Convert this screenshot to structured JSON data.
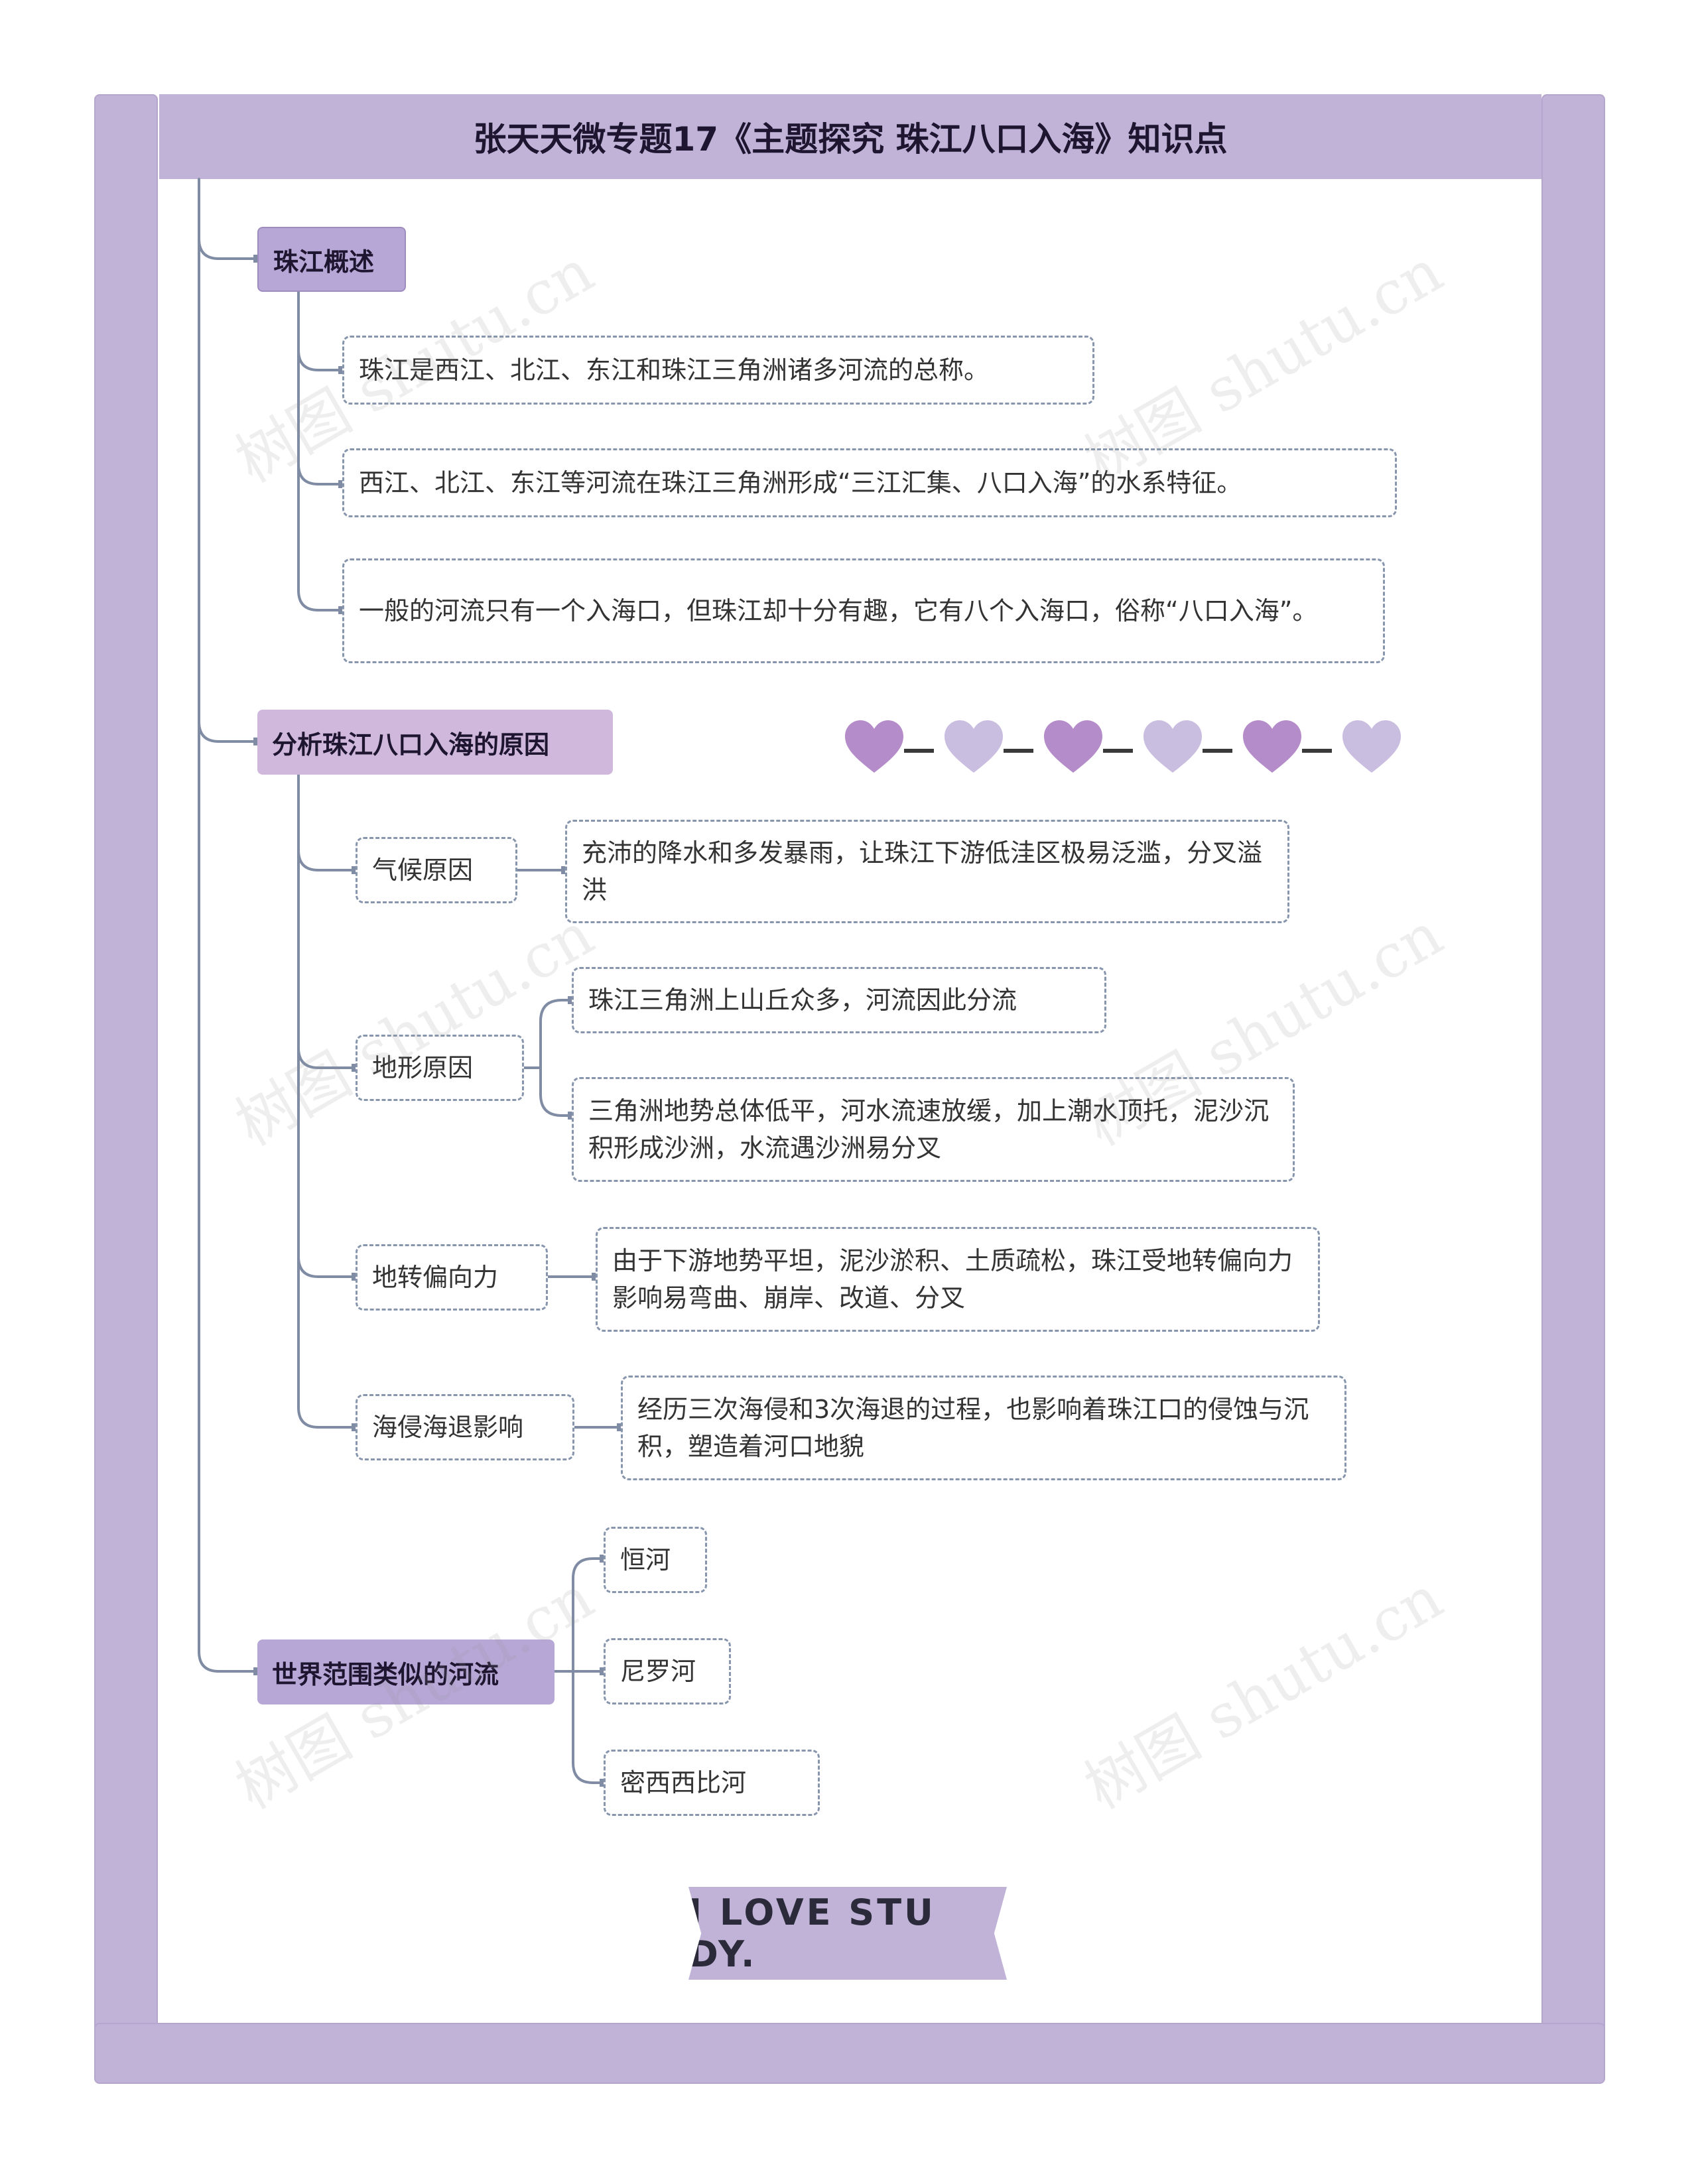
{
  "title": "张天天微专题17《主题探究 珠江八口入海》知识点",
  "watermark": "树图 shutu.cn",
  "banner": "I LOVE STU DY.",
  "colors": {
    "frame": "#c0b3d7",
    "topic_dark": "#b7a7d7",
    "topic_medium": "#cfb8dc",
    "connector": "#7f8ca4",
    "leaf_border": "#8795ad",
    "heart_dark": "#b48cca",
    "heart_light": "#c9bde0"
  },
  "decoration": {
    "hearts": [
      "dark",
      "light",
      "dark",
      "light",
      "dark",
      "light"
    ]
  },
  "topics": [
    {
      "label": "珠江概述",
      "children": [
        {
          "text": "珠江是西江、北江、东江和珠江三角洲诸多河流的总称。"
        },
        {
          "text": "西江、北江、东江等河流在珠江三角洲形成“三江汇集、八口入海”的水系特征。"
        },
        {
          "text": "一般的河流只有一个入海口，但珠江却十分有趣，它有八个入海口，俗称“八口入海”。"
        }
      ]
    },
    {
      "label": "分析珠江八口入海的原因",
      "children": [
        {
          "label": "气候原因",
          "details": [
            "充沛的降水和多发暴雨，让珠江下游低洼区极易泛滥，分叉溢洪"
          ]
        },
        {
          "label": "地形原因",
          "details": [
            "珠江三角洲上山丘众多，河流因此分流",
            "三角洲地势总体低平，河水流速放缓，加上潮水顶托，泥沙沉积形成沙洲，水流遇沙洲易分叉"
          ]
        },
        {
          "label": "地转偏向力",
          "details": [
            "由于下游地势平坦，泥沙淤积、土质疏松，珠江受地转偏向力影响易弯曲、崩岸、改道、分叉"
          ]
        },
        {
          "label": "海侵海退影响",
          "details": [
            "经历三次海侵和3次海退的过程，也影响着珠江口的侵蚀与沉积，塑造着河口地貌"
          ]
        }
      ]
    },
    {
      "label": "世界范围类似的河流",
      "children": [
        {
          "text": "恒河"
        },
        {
          "text": "尼罗河"
        },
        {
          "text": "密西西比河"
        }
      ]
    }
  ]
}
